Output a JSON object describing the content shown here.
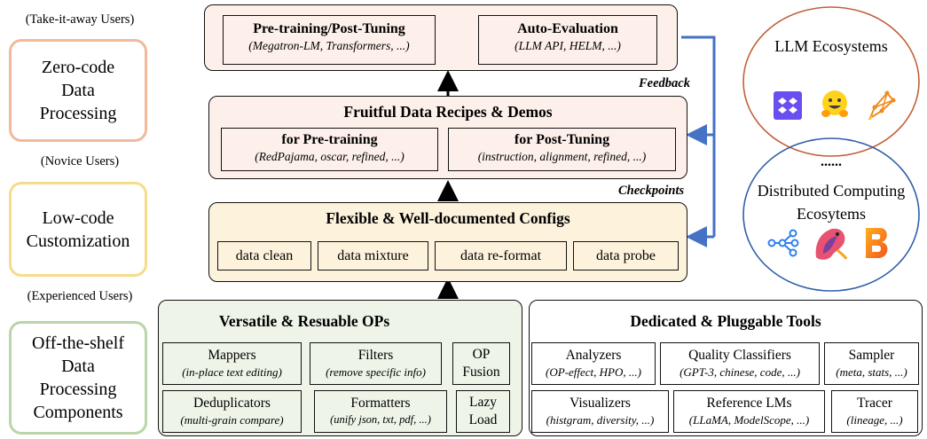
{
  "user_levels": {
    "take_away": "(Take-it-away Users)",
    "zero_code": "Zero-code Data Processing",
    "novice": "(Novice Users)",
    "low_code": "Low-code Customization",
    "experienced": "(Experienced Users)",
    "components": "Off-the-shelf Data Processing Components"
  },
  "training": {
    "pretrain_title": "Pre-training/Post-Tuning",
    "pretrain_sub": "(Megatron-LM, Transformers, ...)",
    "eval_title": "Auto-Evaluation",
    "eval_sub": "(LLM API, HELM, ...)"
  },
  "labels": {
    "feedback": "Feedback",
    "checkpoints": "Checkpoints",
    "dots": "......"
  },
  "recipes": {
    "title": "Fruitful Data Recipes & Demos",
    "pre_title": "for Pre-training",
    "pre_sub": "(RedPajama, oscar, refined, ...)",
    "post_title": "for Post-Tuning",
    "post_sub": "(instruction, alignment, refined, ...)"
  },
  "configs": {
    "title": "Flexible & Well-documented Configs",
    "items": [
      "data clean",
      "data mixture",
      "data re-format",
      "data probe"
    ]
  },
  "ops": {
    "title": "Versatile & Resuable OPs",
    "mappers": "Mappers",
    "mappers_sub": "(in-place text editing)",
    "filters": "Filters",
    "filters_sub": "(remove specific info)",
    "op_fusion": "OP Fusion",
    "dedup": "Deduplicators",
    "dedup_sub": "(multi-grain compare)",
    "formatters": "Formatters",
    "formatters_sub": "(unify json, txt, pdf, ...)",
    "lazy_load": "Lazy Load"
  },
  "tools": {
    "title": "Dedicated & Pluggable Tools",
    "analyzers": "Analyzers",
    "analyzers_sub": "(OP-effect, HPO, ...)",
    "quality": "Quality Classifiers",
    "quality_sub": "(GPT-3, chinese, code, ...)",
    "sampler": "Sampler",
    "sampler_sub": "(meta, stats, ...)",
    "visualizers": "Visualizers",
    "visualizers_sub": "(histgram, diversity, ...)",
    "ref_lms": "Reference LMs",
    "ref_lms_sub": "(LLaMA, ModelScope, ...)",
    "tracer": "Tracer",
    "tracer_sub": "(lineage, ...)"
  },
  "ecosystems": {
    "llm": "LLM Ecosystems",
    "distributed": "Distributed Computing Ecosytems",
    "icons": [
      "modelscope-icon",
      "huggingface-icon",
      "langchain-icon",
      "kubernetes-icon",
      "ray-icon",
      "beam-icon"
    ]
  },
  "colors": {
    "orange_border": "#f2b99c",
    "yellow_border": "#f6dc8a",
    "green_border": "#b9d6a8",
    "training_fill": "#fdf0ea",
    "recipes_fill": "#fdf0ea",
    "configs_fill": "#fdf3dd",
    "ops_fill": "#eef4e8",
    "feedback_blue": "#4472c4",
    "llm_circle": "#c0603a",
    "distributed_circle": "#2f5fa8"
  }
}
